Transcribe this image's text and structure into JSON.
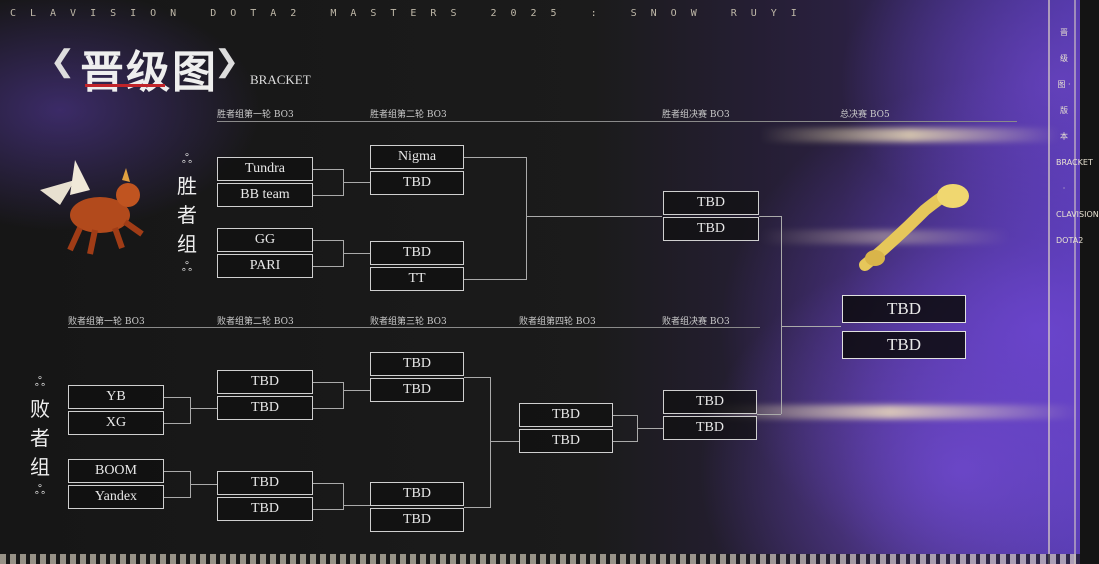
{
  "header": {
    "top_banner": "CLAVISION DOTA2 MASTERS 2025 : SNOW RUYI",
    "title": "晋级图",
    "subtitle": "BRACKET",
    "side_banner": "晋 级 图 · 版 本 BRACKET · CLAVISION DOTA2"
  },
  "winners": {
    "label": [
      "胜",
      "者",
      "组"
    ],
    "rounds": [
      "胜者组第一轮 BO3",
      "胜者组第二轮 BO3",
      "胜者组决赛 BO3",
      "总决赛 BO5"
    ],
    "r1": [
      "Tundra",
      "BB team",
      "GG",
      "PARI"
    ],
    "r2": [
      "Nigma",
      "TBD",
      "TBD",
      "TT"
    ],
    "final": [
      "TBD",
      "TBD"
    ]
  },
  "losers": {
    "label": [
      "败",
      "者",
      "组"
    ],
    "rounds": [
      "败者组第一轮 BO3",
      "败者组第二轮 BO3",
      "败者组第三轮 BO3",
      "败者组第四轮 BO3",
      "败者组决赛 BO3"
    ],
    "r1": [
      "YB",
      "XG",
      "BOOM",
      "Yandex"
    ],
    "r2": [
      "TBD",
      "TBD",
      "TBD",
      "TBD"
    ],
    "r3": [
      "TBD",
      "TBD",
      "TBD",
      "TBD"
    ],
    "r4": [
      "TBD",
      "TBD"
    ],
    "final": [
      "TBD",
      "TBD"
    ]
  },
  "grand_final": [
    "TBD",
    "TBD"
  ],
  "colors": {
    "accent_red": "#c0242a",
    "purple": "#6a46d2",
    "gold": "#e6c75a"
  }
}
